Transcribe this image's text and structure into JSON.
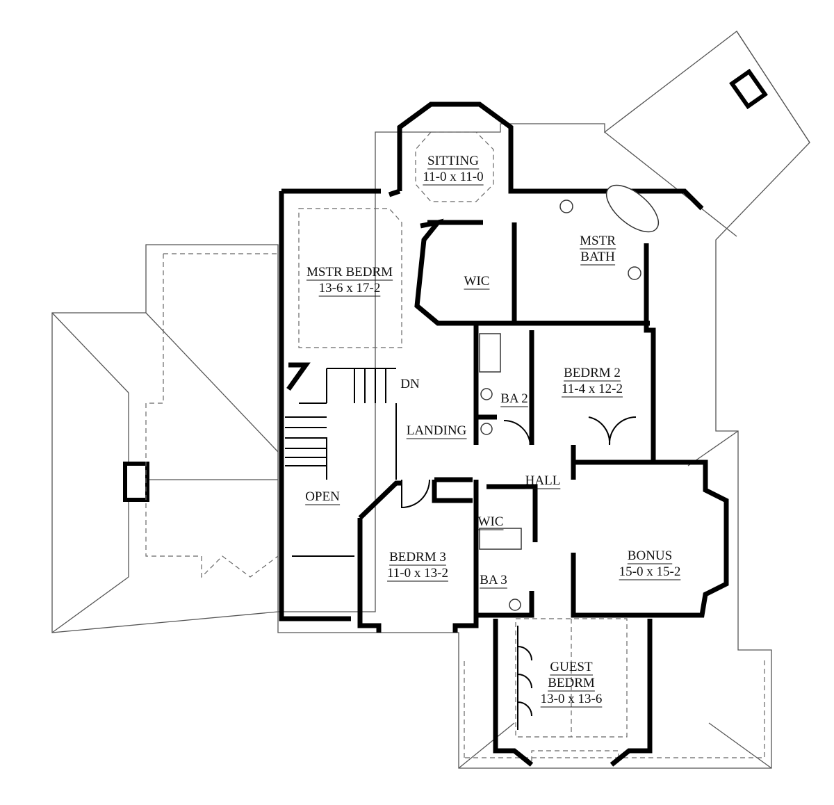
{
  "rooms": {
    "sitting": {
      "name": "SITTING",
      "size": "11-0 x 11-0"
    },
    "mstr_bedrm": {
      "name": "MSTR BEDRM",
      "size": "13-6 x 17-2"
    },
    "wic_master": {
      "name": "WIC"
    },
    "mstr_bath": {
      "name1": "MSTR",
      "name2": "BATH"
    },
    "bedrm2": {
      "name": "BEDRM 2",
      "size": "11-4 x 12-2"
    },
    "ba2": {
      "name": "BA 2"
    },
    "dn": {
      "name": "DN"
    },
    "landing": {
      "name": "LANDING"
    },
    "hall": {
      "name": "HALL"
    },
    "open": {
      "name": "OPEN"
    },
    "wic_bedrm3": {
      "name": "WIC"
    },
    "bedrm3": {
      "name": "BEDRM 3",
      "size": "11-0 x 13-2"
    },
    "ba3": {
      "name": "BA 3"
    },
    "bonus": {
      "name": "BONUS",
      "size": "15-0 x 15-2"
    },
    "guest_bedrm": {
      "name1": "GUEST",
      "name2": "BEDRM",
      "size": "13-0 x 13-6"
    }
  }
}
